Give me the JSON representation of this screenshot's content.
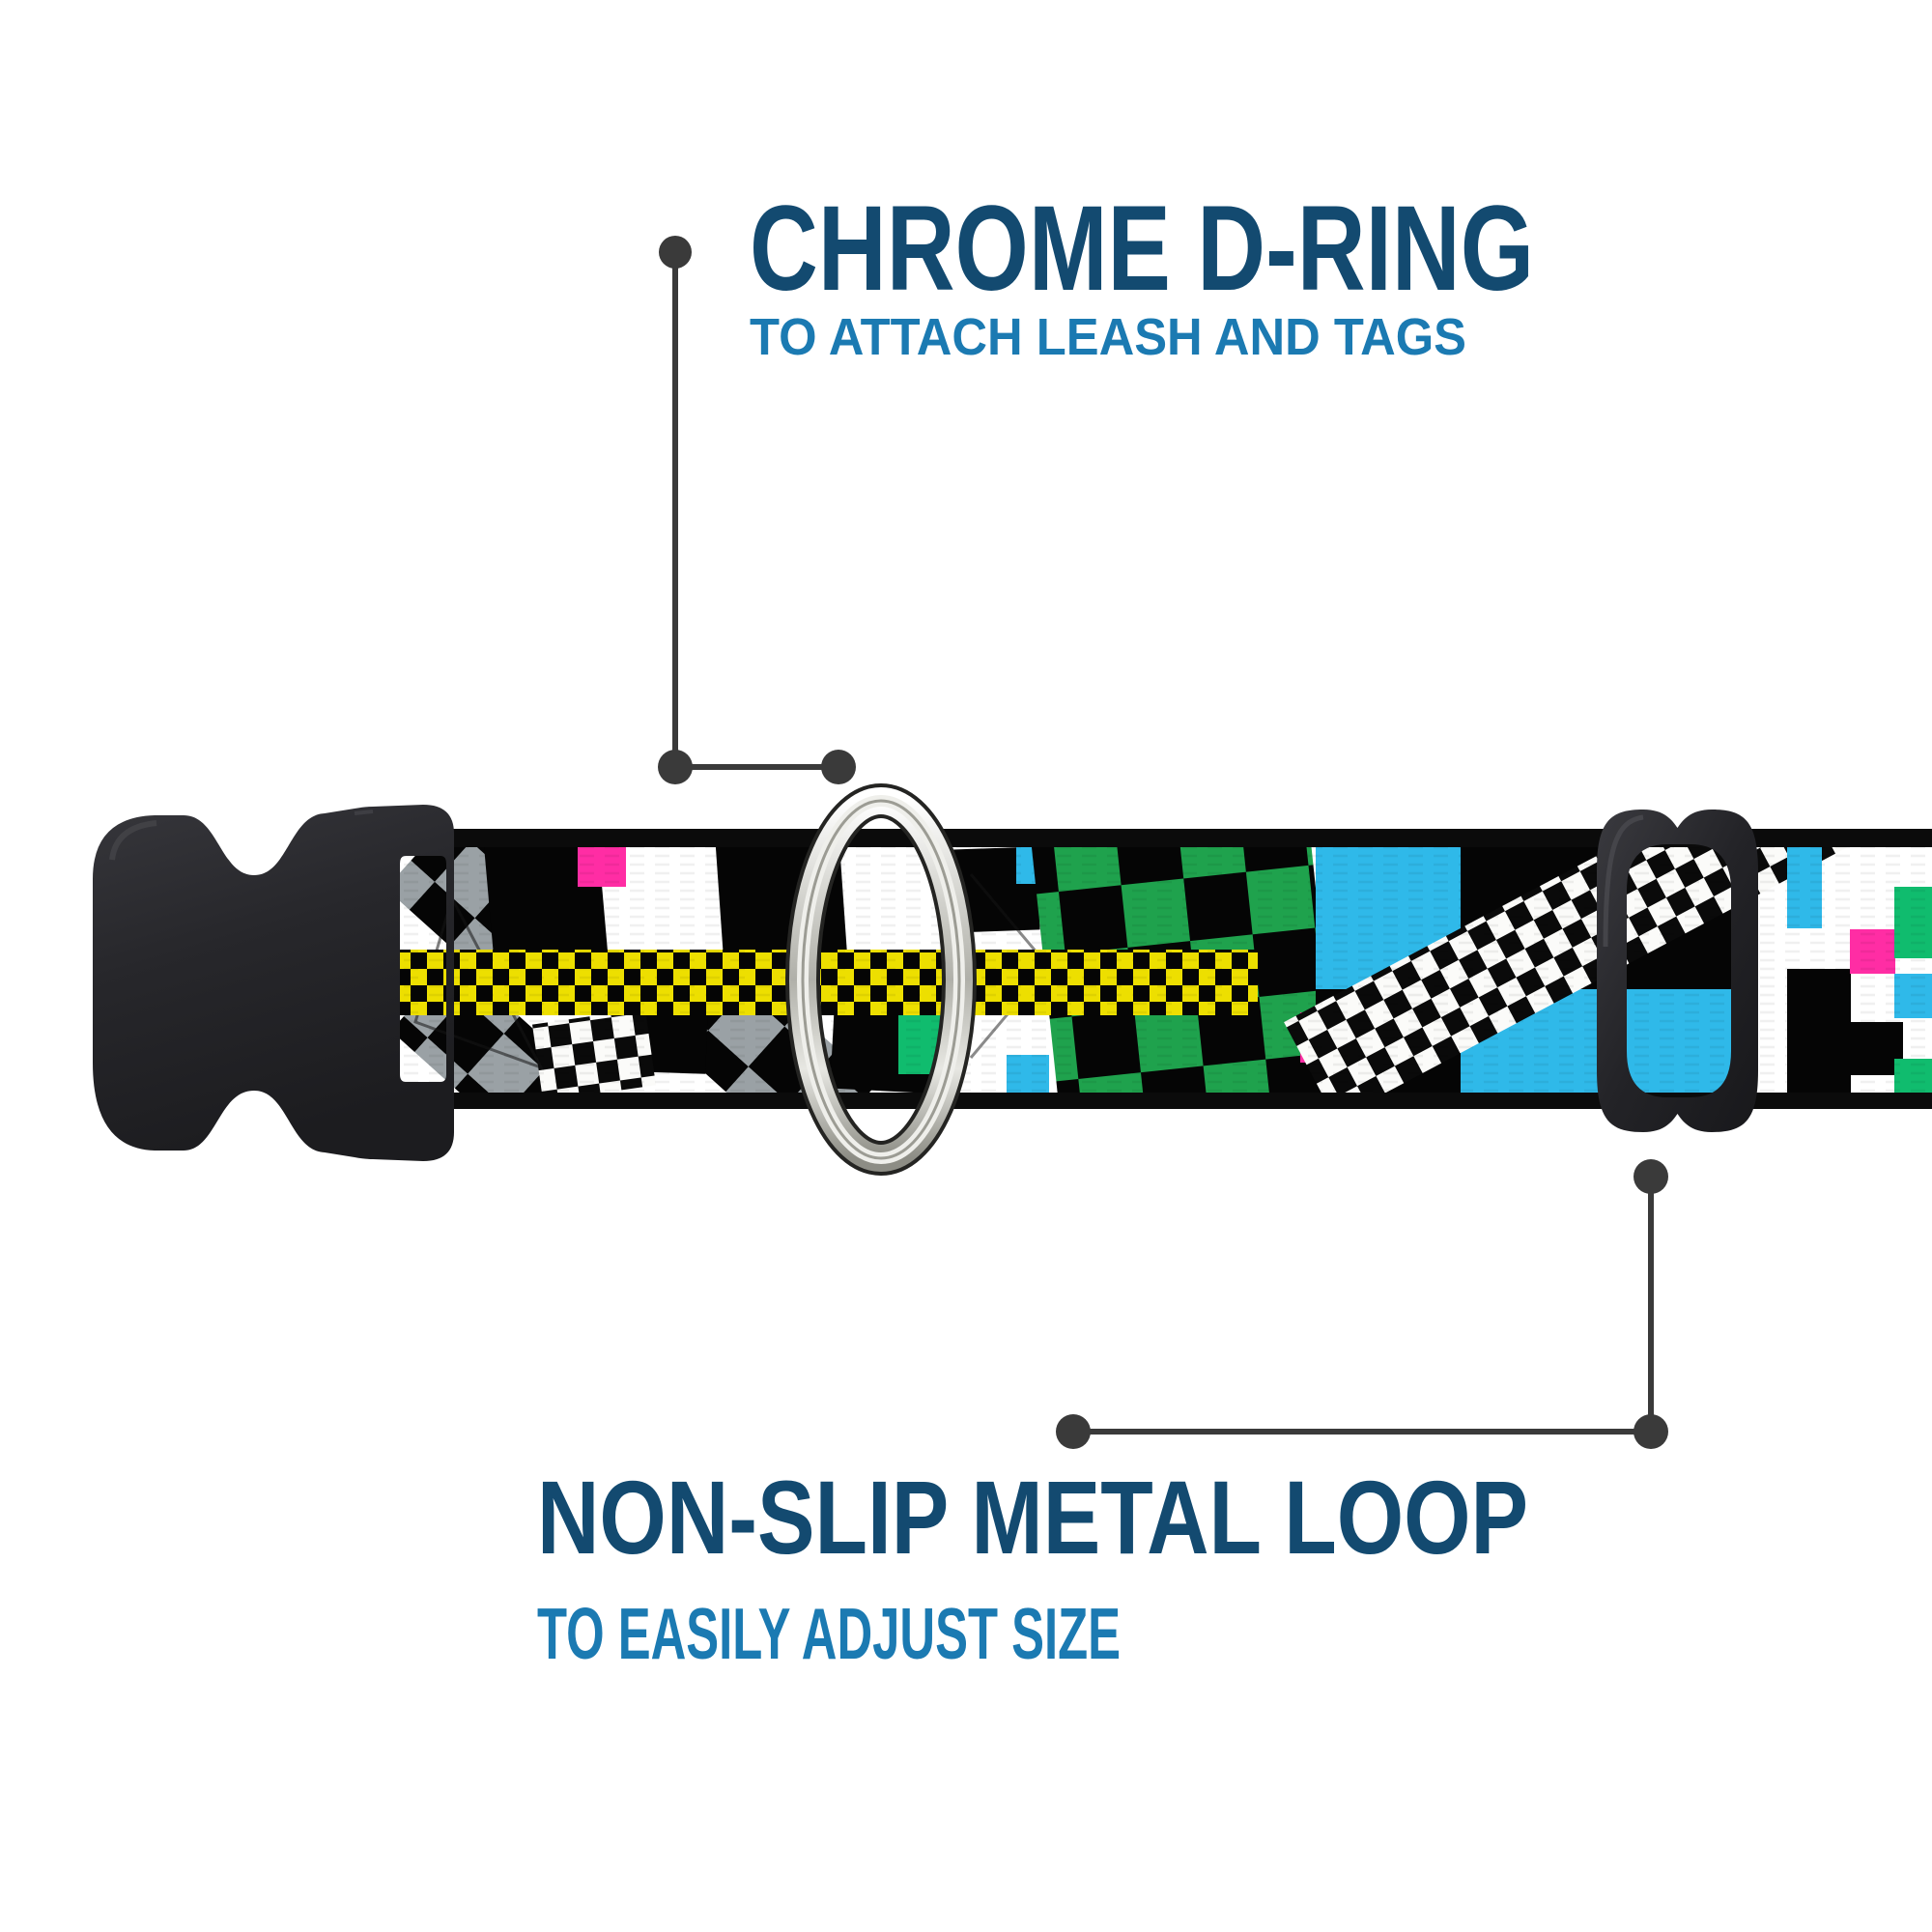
{
  "callouts": {
    "top": {
      "title": "CHROME D-RING",
      "subtitle": "TO ATTACH LEASH AND TAGS"
    },
    "bottom": {
      "title": "NON-SLIP METAL LOOP",
      "subtitle": "TO EASILY ADJUST SIZE"
    }
  },
  "colors": {
    "title": "#134a70",
    "subtitle": "#1b7ab2",
    "callout": "#3a3a3a",
    "background": "#ffffff",
    "plastic_black": "#26262a",
    "chrome_silver": "#d6d6d1",
    "webbing_white": "#ffffff",
    "webbing_black": "#060606",
    "webbing_yellow": "#eddf00",
    "webbing_green": "#1fa24d",
    "webbing_emerald": "#10bc6e",
    "webbing_blue": "#2fb9e9",
    "webbing_pink": "#ff2da4",
    "webbing_gray": "#9aa1a5"
  },
  "parts": {
    "buckle": "black-plastic-side-release-buckle",
    "d_ring": "chrome-d-ring",
    "slider": "non-slip-metal-loop-slider",
    "webbing": "multicolor-checker-webbing"
  }
}
